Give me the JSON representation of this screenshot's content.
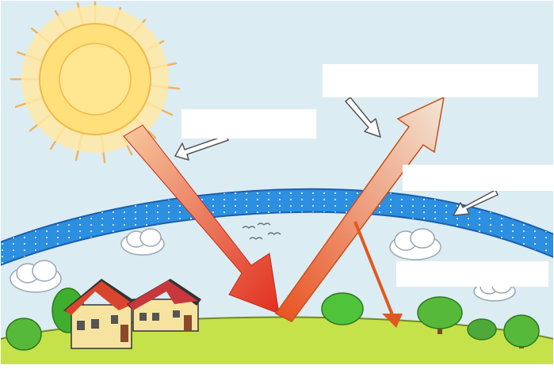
{
  "diagram": {
    "labels": [
      {
        "id": "label-incoming-sunlight",
        "text": ""
      },
      {
        "id": "label-reflected-radiation",
        "text": ""
      },
      {
        "id": "label-atmosphere",
        "text": ""
      },
      {
        "id": "label-absorbed-heat",
        "text": ""
      }
    ]
  },
  "colors": {
    "sky": "#dcecf3",
    "sun_core": "#ffe58a",
    "sun_rays": "#f3b35a",
    "atmosphere_band": "#2d8fe0",
    "ground": "#c6e24a",
    "incoming_arrow": "#e0301e",
    "outgoing_arrow": "#f08a30",
    "house_roof": "#d9442c",
    "house_wall": "#f7e3a0",
    "tree": "#3fae2e"
  }
}
